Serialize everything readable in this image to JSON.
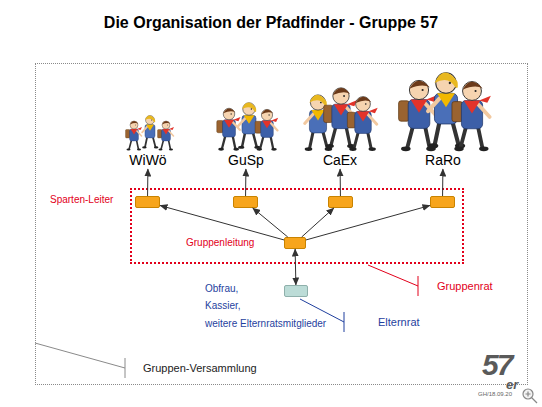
{
  "diagram": {
    "title": "Die Organisation der Pfadfinder - Gruppe 57",
    "nodes": [
      {
        "text": [
          "Gruppen-Versammlung"
        ]
      },
      {
        "text": [
          "WiWö"
        ],
        "in": 0
      },
      {
        "text": [
          "GuSp"
        ],
        "in": 0
      },
      {
        "text": [
          "CaEx"
        ],
        "in": 0
      },
      {
        "text": [
          "RaRo"
        ],
        "in": 0
      },
      {
        "text": [
          "Gruppenrat"
        ],
        "in": 0
      },
      {
        "text": [
          "Sparten-Leiter"
        ],
        "in": 5
      },
      {
        "text": [],
        "in": 5
      },
      {
        "text": [],
        "in": 5
      },
      {
        "text": [],
        "in": 5
      },
      {
        "text": [
          "Gruppenleitung"
        ],
        "in": 5
      },
      {
        "text": [
          "Obfrau,",
          "Kassier,",
          "weitere Elternratsmitglieder",
          "Elternrat"
        ],
        "in": 0
      }
    ],
    "edges": [
      {
        "from": 6,
        "to": 1,
        "arrow": "to"
      },
      {
        "from": 7,
        "to": 2,
        "arrow": "to"
      },
      {
        "from": 8,
        "to": 3,
        "arrow": "to"
      },
      {
        "from": 9,
        "to": 4,
        "arrow": "to"
      },
      {
        "from": 10,
        "to": 6,
        "arrow": "to"
      },
      {
        "from": 10,
        "to": 7,
        "arrow": "to"
      },
      {
        "from": 10,
        "to": 8,
        "arrow": "to"
      },
      {
        "from": 10,
        "to": 9,
        "arrow": "to"
      },
      {
        "from": 10,
        "to": 11,
        "arrow": "both"
      }
    ],
    "labels": [
      "57",
      "er",
      "GH/18.09.20"
    ]
  }
}
